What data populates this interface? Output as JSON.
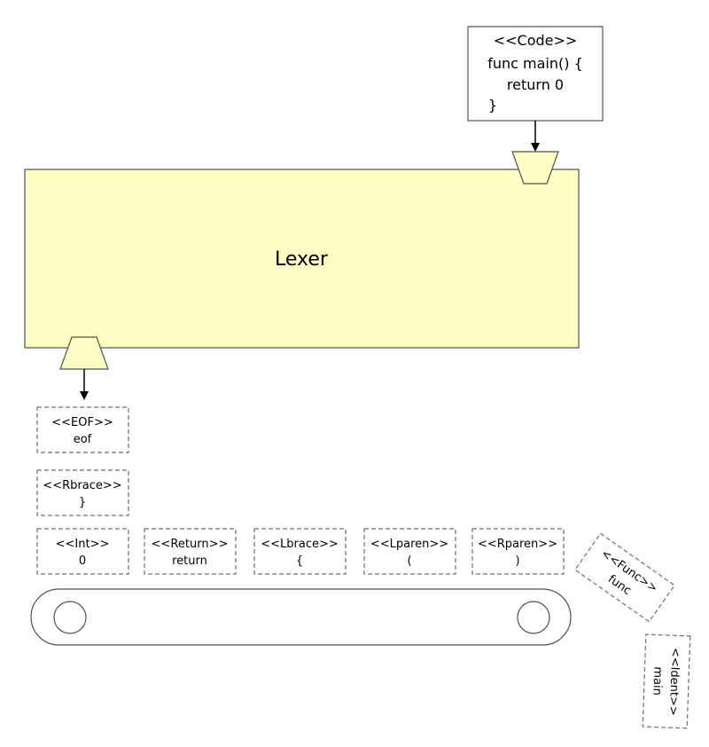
{
  "code_box": {
    "stereotype": "<<Code>>",
    "lines": [
      "func main() {",
      "return 0",
      "}"
    ]
  },
  "lexer": {
    "label": "Lexer",
    "fill_color": "#ffffc4"
  },
  "tokens": [
    {
      "stereotype": "<<EOF>>",
      "value": "eof"
    },
    {
      "stereotype": "<<Rbrace>>",
      "value": "}"
    },
    {
      "stereotype": "<<Int>>",
      "value": "0"
    },
    {
      "stereotype": "<<Return>>",
      "value": "return"
    },
    {
      "stereotype": "<<Lbrace>>",
      "value": "{"
    },
    {
      "stereotype": "<<Lparen>>",
      "value": "("
    },
    {
      "stereotype": "<<Rparen>>",
      "value": ")"
    },
    {
      "stereotype": "<<Func>>",
      "value": "func"
    },
    {
      "stereotype": "<<Ident>>",
      "value": "main"
    }
  ],
  "colors": {
    "stroke": "#505050",
    "dashed_stroke": "#707070"
  }
}
